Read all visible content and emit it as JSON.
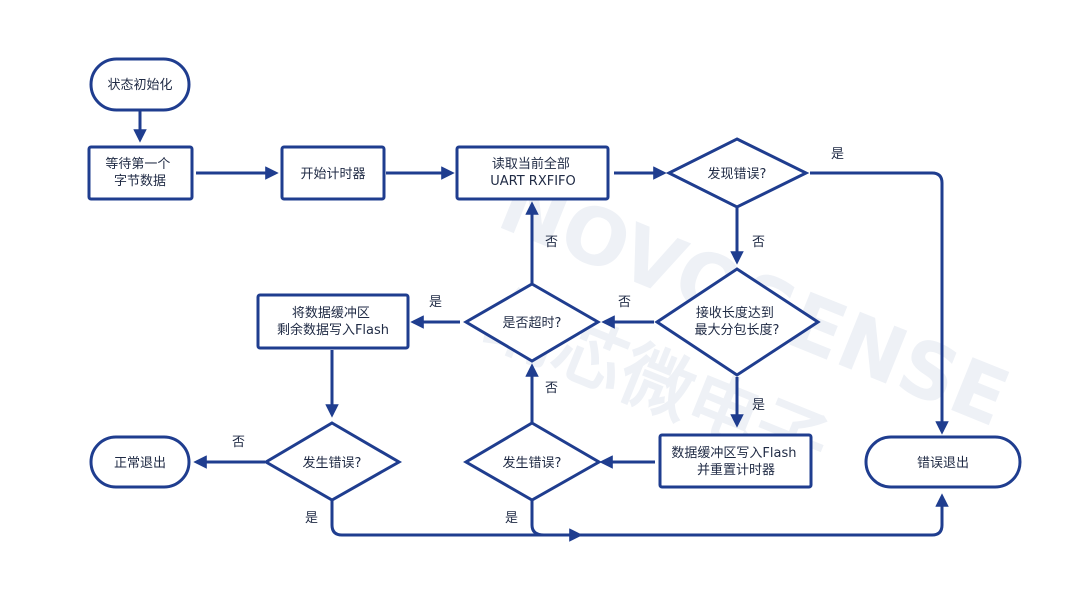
{
  "colors": {
    "stroke": "#1f3d8f",
    "text": "#1f2a44",
    "watermark": "#eef1f6"
  },
  "watermark": {
    "latin": "NOVOSENSE",
    "cjk": "纳芯微电子"
  },
  "nodes": {
    "start": {
      "lines": [
        "状态初始化"
      ]
    },
    "wait_first_byte": {
      "lines": [
        "等待第一个",
        "字节数据"
      ]
    },
    "start_timer": {
      "lines": [
        "开始计时器"
      ]
    },
    "read_fifo": {
      "lines": [
        "读取当前全部",
        "UART RXFIFO"
      ]
    },
    "error_found": {
      "lines": [
        "发现错误?"
      ]
    },
    "max_length": {
      "lines": [
        "接收长度达到",
        "最大分包长度?"
      ]
    },
    "timeout": {
      "lines": [
        "是否超时?"
      ]
    },
    "write_remaining": {
      "lines": [
        "将数据缓冲区",
        "剩余数据写入Flash"
      ]
    },
    "write_flash_reset": {
      "lines": [
        "数据缓冲区写入Flash",
        "并重置计时器"
      ]
    },
    "error_after_write_remaining": {
      "lines": [
        "发生错误?"
      ]
    },
    "error_after_write": {
      "lines": [
        "发生错误?"
      ]
    },
    "normal_exit": {
      "lines": [
        "正常退出"
      ]
    },
    "error_exit": {
      "lines": [
        "错误退出"
      ]
    }
  },
  "edge_labels": {
    "error_found_yes": "是",
    "error_found_no": "否",
    "max_length_no": "否",
    "max_length_yes": "是",
    "timeout_yes": "是",
    "timeout_no": "否",
    "error_after_write_no": "否",
    "error_after_write_remaining_no": "否",
    "error_after_write_remaining_yes": "是",
    "error_after_write_yes": "是"
  }
}
